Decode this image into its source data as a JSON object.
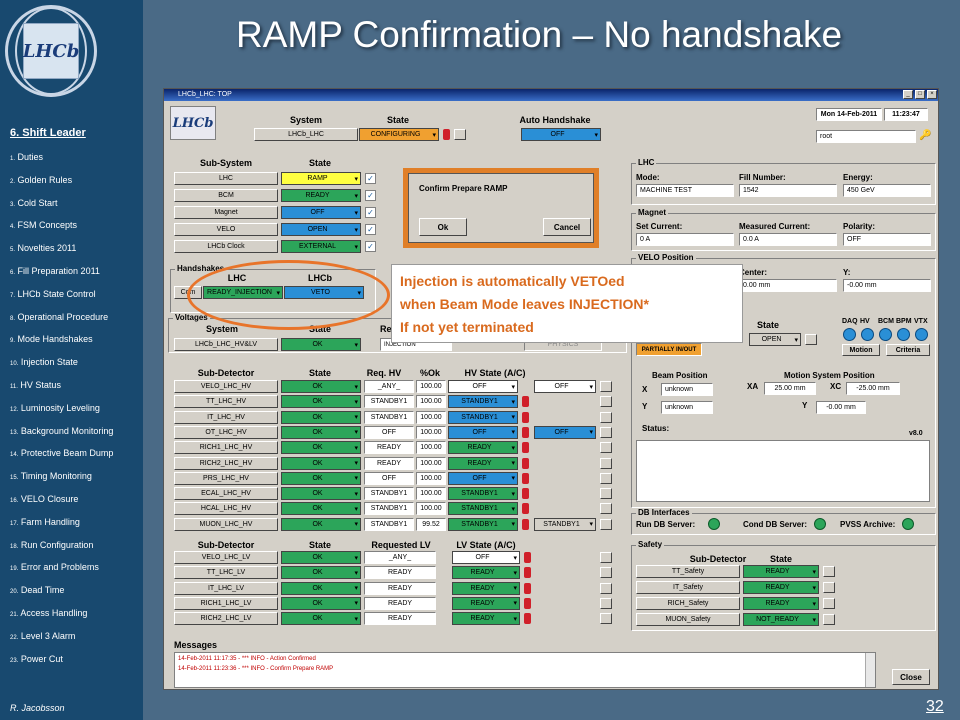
{
  "slide": {
    "title": "RAMP Confirmation – No handshake",
    "page_number": "32",
    "author": "R. Jacobsson",
    "section_title": "6. Shift Leader",
    "logo_text": "LHCb",
    "menu": [
      {
        "n": "1.",
        "label": "Duties"
      },
      {
        "n": "2.",
        "label": "Golden Rules"
      },
      {
        "n": "3.",
        "label": "Cold Start"
      },
      {
        "n": "4.",
        "label": "FSM Concepts"
      },
      {
        "n": "5.",
        "label": "Novelties 2011"
      },
      {
        "n": "6.",
        "label": "Fill Preparation 2011"
      },
      {
        "n": "7.",
        "label": "LHCb State Control"
      },
      {
        "n": "8.",
        "label": "Operational Procedure"
      },
      {
        "n": "9.",
        "label": "Mode Handshakes"
      },
      {
        "n": "10.",
        "label": "Injection State"
      },
      {
        "n": "11.",
        "label": "HV Status"
      },
      {
        "n": "12.",
        "label": "Luminosity Leveling"
      },
      {
        "n": "13.",
        "label": "Background Monitoring"
      },
      {
        "n": "14.",
        "label": "Protective Beam Dump"
      },
      {
        "n": "15.",
        "label": "Timing Monitoring"
      },
      {
        "n": "16.",
        "label": "VELO Closure"
      },
      {
        "n": "17.",
        "label": "Farm Handling"
      },
      {
        "n": "18.",
        "label": "Run Configuration"
      },
      {
        "n": "19.",
        "label": "Error and Problems"
      },
      {
        "n": "20.",
        "label": "Dead Time"
      },
      {
        "n": "21.",
        "label": "Access Handling"
      },
      {
        "n": "22.",
        "label": "Level 3 Alarm"
      },
      {
        "n": "23.",
        "label": "Power Cut"
      }
    ]
  },
  "window": {
    "title": "LHCb_LHC: TOP",
    "logo": "LHCb",
    "date": "Mon 14-Feb-2011",
    "time": "11:23:47",
    "user": "root",
    "system_header": "System",
    "state_header": "State",
    "auto_handshake_header": "Auto Handshake",
    "system_name": "LHCb_LHC",
    "system_state": "CONFIGURING",
    "auto_handshake_value": "OFF",
    "subsystem_header": "Sub-System",
    "subsystem_state_header": "State",
    "subsystems": [
      {
        "name": "LHC",
        "state": "RAMP",
        "color": "#ffff40"
      },
      {
        "name": "BCM",
        "state": "READY",
        "color": "#2ca55a"
      },
      {
        "name": "Magnet",
        "state": "OFF",
        "color": "#2a8fd6"
      },
      {
        "name": "VELO",
        "state": "OPEN",
        "color": "#2a8fd6"
      },
      {
        "name": "LHCb Clock",
        "state": "EXTERNAL",
        "color": "#2ca55a"
      }
    ],
    "handshakes_label": "Handshakes",
    "handshake_lhc_header": "LHC",
    "handshake_lhcb_header": "LHCb",
    "handshake_row_label": "Com",
    "handshake_lhc_value": "READY_INJECTION",
    "handshake_lhcb_value": "VETO",
    "dialog": {
      "message": "Confirm Prepare RAMP",
      "ok_label": "Ok",
      "cancel_label": "Cancel"
    },
    "lhc_group": {
      "label": "LHC",
      "mode_label": "Mode:",
      "fill_label": "Fill Number:",
      "energy_label": "Energy:",
      "mode_value": "MACHINE TEST",
      "fill_value": "1542",
      "energy_value": "450 GeV"
    },
    "magnet_group": {
      "label": "Magnet",
      "set_label": "Set Current:",
      "meas_label": "Measured Current:",
      "pol_label": "Polarity:",
      "set_value": "0 A",
      "meas_value": "0.0 A",
      "pol_value": "OFF"
    },
    "velo_group": {
      "label": "VELO Position",
      "center_label": "Center:",
      "y_label": "Y:",
      "center_value": "0.00 mm",
      "y_value": "-0.00 mm",
      "state_label": "State",
      "state_value": "OPEN",
      "daq_labels": [
        "DAQ",
        "HV",
        "BCM",
        "BPM",
        "VTX"
      ],
      "motion_button": "Motion",
      "criteria_button": "Criteria",
      "partial_state": "PARTIALLY IN/OUT",
      "beam_position_label": "Beam Position",
      "motion_system_label": "Motion System Position",
      "x_label": "X",
      "y2_label": "Y",
      "bx_value": "unknown",
      "by_value": "unknown",
      "xa_label": "XA",
      "xc_label": "XC",
      "y3_label": "Y",
      "xa_value": "25.00 mm",
      "xc_value": "-25.00 mm",
      "my_value": "-0.00 mm",
      "status_label": "Status:",
      "version": "v8.0"
    },
    "db_group": {
      "label": "DB Interfaces",
      "run_db": "Run DB Server:",
      "cond_db": "Cond DB Server:",
      "pvss": "PVSS Archive:"
    },
    "safety_group": {
      "label": "Safety",
      "subdetector_header": "Sub-Detector",
      "state_header": "State",
      "rows": [
        {
          "name": "TT_Safety",
          "state": "READY"
        },
        {
          "name": "IT_Safety",
          "state": "READY"
        },
        {
          "name": "RICH_Safety",
          "state": "READY"
        },
        {
          "name": "MUON_Safety",
          "state": "NOT_READY"
        }
      ]
    },
    "voltages": {
      "label": "Voltages",
      "system_header": "System",
      "state_header": "State",
      "req_header": "Re",
      "system_name": "LHCb_LHC_HV&LV",
      "system_state": "OK",
      "req_value": "INJECTION",
      "physics_value": "PHYSICS"
    },
    "hv": {
      "headers": [
        "Sub-Detector",
        "State",
        "Req. HV",
        "%Ok",
        "HV State (A/C)"
      ],
      "rows": [
        {
          "name": "VELO_LHC_HV",
          "state": "OK",
          "req": "_ANY_",
          "ok": "100.00",
          "a": "OFF",
          "a_color": "#ffffff",
          "c": "OFF",
          "c_color": "#ffffff"
        },
        {
          "name": "TT_LHC_HV",
          "state": "OK",
          "req": "STANDBY1",
          "ok": "100.00",
          "a": "STANDBY1",
          "a_color": "#2a8fd6",
          "c": "",
          "c_color": ""
        },
        {
          "name": "IT_LHC_HV",
          "state": "OK",
          "req": "STANDBY1",
          "ok": "100.00",
          "a": "STANDBY1",
          "a_color": "#2a8fd6",
          "c": "",
          "c_color": ""
        },
        {
          "name": "OT_LHC_HV",
          "state": "OK",
          "req": "OFF",
          "ok": "100.00",
          "a": "OFF",
          "a_color": "#2a8fd6",
          "c": "OFF",
          "c_color": "#2a8fd6"
        },
        {
          "name": "RICH1_LHC_HV",
          "state": "OK",
          "req": "READY",
          "ok": "100.00",
          "a": "READY",
          "a_color": "#2ca55a",
          "c": "",
          "c_color": ""
        },
        {
          "name": "RICH2_LHC_HV",
          "state": "OK",
          "req": "READY",
          "ok": "100.00",
          "a": "READY",
          "a_color": "#2ca55a",
          "c": "",
          "c_color": ""
        },
        {
          "name": "PRS_LHC_HV",
          "state": "OK",
          "req": "OFF",
          "ok": "100.00",
          "a": "OFF",
          "a_color": "#2a8fd6",
          "c": "",
          "c_color": ""
        },
        {
          "name": "ECAL_LHC_HV",
          "state": "OK",
          "req": "STANDBY1",
          "ok": "100.00",
          "a": "STANDBY1",
          "a_color": "#2ca55a",
          "c": "",
          "c_color": ""
        },
        {
          "name": "HCAL_LHC_HV",
          "state": "OK",
          "req": "STANDBY1",
          "ok": "100.00",
          "a": "STANDBY1",
          "a_color": "#2ca55a",
          "c": "",
          "c_color": ""
        },
        {
          "name": "MUON_LHC_HV",
          "state": "OK",
          "req": "STANDBY1",
          "ok": "99.52",
          "a": "STANDBY1",
          "a_color": "#2ca55a",
          "c": "STANDBY1",
          "c_color": "#d4d0c8"
        }
      ]
    },
    "lv": {
      "headers": [
        "Sub-Detector",
        "State",
        "Requested LV",
        "LV State (A/C)"
      ],
      "rows": [
        {
          "name": "VELO_LHC_LV",
          "state": "OK",
          "req": "_ANY_",
          "a": "OFF"
        },
        {
          "name": "TT_LHC_LV",
          "state": "OK",
          "req": "READY",
          "a": "READY"
        },
        {
          "name": "IT_LHC_LV",
          "state": "OK",
          "req": "READY",
          "a": "READY"
        },
        {
          "name": "RICH1_LHC_LV",
          "state": "OK",
          "req": "READY",
          "a": "READY"
        },
        {
          "name": "RICH2_LHC_LV",
          "state": "OK",
          "req": "READY",
          "a": "READY"
        }
      ]
    },
    "messages": {
      "label": "Messages",
      "lines": [
        "14-Feb-2011 11:17:35 - *** INFO - Action Confirmed",
        "14-Feb-2011 11:23:36 - *** INFO - Confirm Prepare RAMP"
      ],
      "close_label": "Close"
    }
  },
  "callout": {
    "lines": [
      "Injection is automatically VETOed",
      "when Beam Mode leaves INJECTION*",
      "If not yet terminated"
    ]
  },
  "colors": {
    "green": "#2ca55a",
    "blue": "#2a8fd6",
    "orange": "#f0a030",
    "yellow": "#ffff40",
    "callout": "#d96a1e"
  }
}
